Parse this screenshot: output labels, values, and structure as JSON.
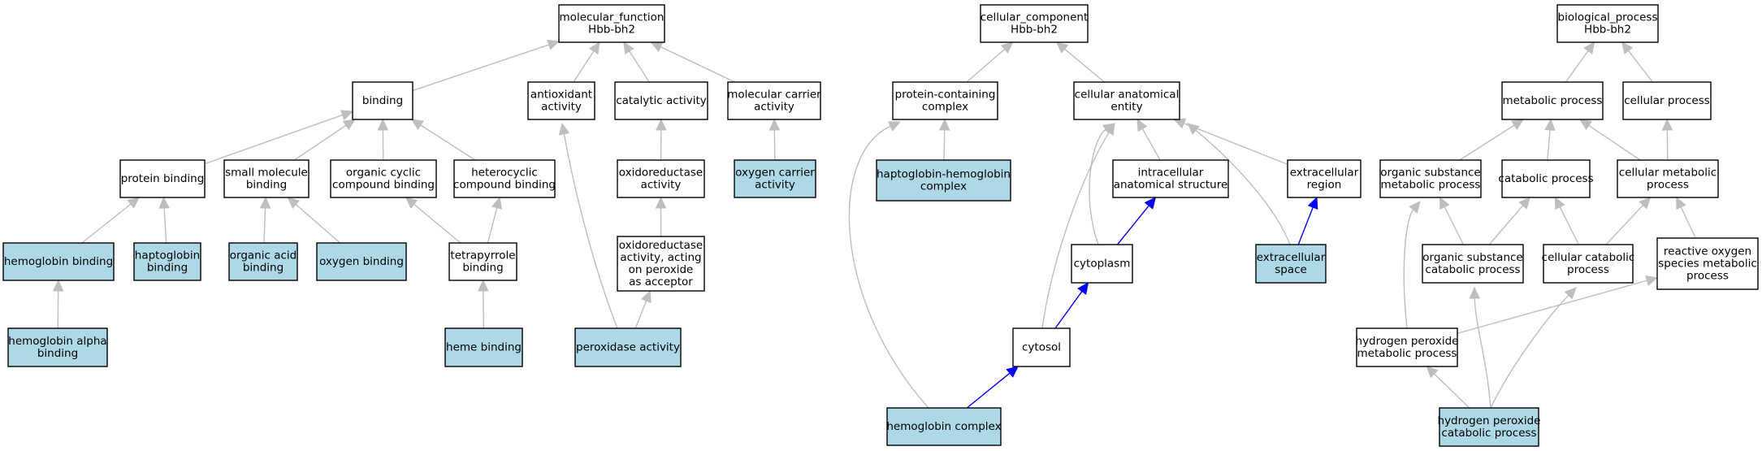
{
  "colors": {
    "highlight_fill": "#add8e6",
    "plain_fill": "#ffffff",
    "grey_edge": "#bebebe",
    "blue_edge": "#0000ff"
  },
  "nodes": [
    {
      "id": "mf",
      "lines": [
        "molecular_function",
        "Hbb-bh2"
      ],
      "highlight": false
    },
    {
      "id": "binding",
      "lines": [
        "binding"
      ],
      "highlight": false
    },
    {
      "id": "antiox",
      "lines": [
        "antioxidant",
        "activity"
      ],
      "highlight": false
    },
    {
      "id": "catalytic",
      "lines": [
        "catalytic activity"
      ],
      "highlight": false
    },
    {
      "id": "molcarrier",
      "lines": [
        "molecular carrier",
        "activity"
      ],
      "highlight": false
    },
    {
      "id": "protbind",
      "lines": [
        "protein binding"
      ],
      "highlight": false
    },
    {
      "id": "smallmol",
      "lines": [
        "small molecule",
        "binding"
      ],
      "highlight": false
    },
    {
      "id": "orgcyc",
      "lines": [
        "organic cyclic",
        "compound binding"
      ],
      "highlight": false
    },
    {
      "id": "hetcyc",
      "lines": [
        "heterocyclic",
        "compound binding"
      ],
      "highlight": false
    },
    {
      "id": "oxred",
      "lines": [
        "oxidoreductase",
        "activity"
      ],
      "highlight": false
    },
    {
      "id": "o2carrier",
      "lines": [
        "oxygen carrier",
        "activity"
      ],
      "highlight": true
    },
    {
      "id": "hbbind",
      "lines": [
        "hemoglobin binding"
      ],
      "highlight": true
    },
    {
      "id": "hpbind",
      "lines": [
        "haptoglobin",
        "binding"
      ],
      "highlight": true
    },
    {
      "id": "aabind",
      "lines": [
        "organic acid",
        "binding"
      ],
      "highlight": true
    },
    {
      "id": "o2bind",
      "lines": [
        "oxygen binding"
      ],
      "highlight": true
    },
    {
      "id": "tetrapyr",
      "lines": [
        "tetrapyrrole",
        "binding"
      ],
      "highlight": false
    },
    {
      "id": "oxredperox",
      "lines": [
        "oxidoreductase",
        "activity, acting",
        "on peroxide",
        "as acceptor"
      ],
      "highlight": false
    },
    {
      "id": "hbalpha",
      "lines": [
        "hemoglobin alpha",
        "binding"
      ],
      "highlight": true
    },
    {
      "id": "hemebind",
      "lines": [
        "heme binding"
      ],
      "highlight": true
    },
    {
      "id": "peroxidase",
      "lines": [
        "peroxidase activity"
      ],
      "highlight": true
    },
    {
      "id": "cc",
      "lines": [
        "cellular_component",
        "Hbb-bh2"
      ],
      "highlight": false
    },
    {
      "id": "protcomplex",
      "lines": [
        "protein-containing",
        "complex"
      ],
      "highlight": false
    },
    {
      "id": "cellanat",
      "lines": [
        "cellular anatomical",
        "entity"
      ],
      "highlight": false
    },
    {
      "id": "hphbcomplex",
      "lines": [
        "haptoglobin-hemoglobin",
        "complex"
      ],
      "highlight": true
    },
    {
      "id": "intracell",
      "lines": [
        "intracellular",
        "anatomical structure"
      ],
      "highlight": false
    },
    {
      "id": "extreg",
      "lines": [
        "extracellular",
        "region"
      ],
      "highlight": false
    },
    {
      "id": "cytoplasm",
      "lines": [
        "cytoplasm"
      ],
      "highlight": false
    },
    {
      "id": "extspace",
      "lines": [
        "extracellular",
        "space"
      ],
      "highlight": true
    },
    {
      "id": "cytosol",
      "lines": [
        "cytosol"
      ],
      "highlight": false
    },
    {
      "id": "hbcomplex",
      "lines": [
        "hemoglobin complex"
      ],
      "highlight": true
    },
    {
      "id": "bp",
      "lines": [
        "biological_process",
        "Hbb-bh2"
      ],
      "highlight": false
    },
    {
      "id": "metab",
      "lines": [
        "metabolic process"
      ],
      "highlight": false
    },
    {
      "id": "cellproc",
      "lines": [
        "cellular process"
      ],
      "highlight": false
    },
    {
      "id": "orgsubmet",
      "lines": [
        "organic substance",
        "metabolic process"
      ],
      "highlight": false
    },
    {
      "id": "catab",
      "lines": [
        "catabolic process"
      ],
      "highlight": false
    },
    {
      "id": "cellmet",
      "lines": [
        "cellular metabolic",
        "process"
      ],
      "highlight": false
    },
    {
      "id": "orgsubcat",
      "lines": [
        "organic substance",
        "catabolic process"
      ],
      "highlight": false
    },
    {
      "id": "cellcat",
      "lines": [
        "cellular catabolic",
        "process"
      ],
      "highlight": false
    },
    {
      "id": "ros",
      "lines": [
        "reactive oxygen",
        "species metabolic",
        "process"
      ],
      "highlight": false
    },
    {
      "id": "h2o2met",
      "lines": [
        "hydrogen peroxide",
        "metabolic process"
      ],
      "highlight": false
    },
    {
      "id": "h2o2cat",
      "lines": [
        "hydrogen peroxide",
        "catabolic process"
      ],
      "highlight": true
    }
  ],
  "edges": [
    {
      "from": "binding",
      "to": "mf",
      "type": "is_a"
    },
    {
      "from": "antiox",
      "to": "mf",
      "type": "is_a"
    },
    {
      "from": "catalytic",
      "to": "mf",
      "type": "is_a"
    },
    {
      "from": "molcarrier",
      "to": "mf",
      "type": "is_a"
    },
    {
      "from": "protbind",
      "to": "binding",
      "type": "is_a"
    },
    {
      "from": "smallmol",
      "to": "binding",
      "type": "is_a"
    },
    {
      "from": "orgcyc",
      "to": "binding",
      "type": "is_a"
    },
    {
      "from": "hetcyc",
      "to": "binding",
      "type": "is_a"
    },
    {
      "from": "oxred",
      "to": "catalytic",
      "type": "is_a"
    },
    {
      "from": "o2carrier",
      "to": "molcarrier",
      "type": "is_a"
    },
    {
      "from": "hbbind",
      "to": "protbind",
      "type": "is_a"
    },
    {
      "from": "hpbind",
      "to": "protbind",
      "type": "is_a"
    },
    {
      "from": "aabind",
      "to": "smallmol",
      "type": "is_a"
    },
    {
      "from": "o2bind",
      "to": "smallmol",
      "type": "is_a"
    },
    {
      "from": "tetrapyr",
      "to": "orgcyc",
      "type": "is_a"
    },
    {
      "from": "tetrapyr",
      "to": "hetcyc",
      "type": "is_a"
    },
    {
      "from": "oxredperox",
      "to": "oxred",
      "type": "is_a"
    },
    {
      "from": "hbalpha",
      "to": "hbbind",
      "type": "is_a"
    },
    {
      "from": "hemebind",
      "to": "tetrapyr",
      "type": "is_a"
    },
    {
      "from": "peroxidase",
      "to": "oxredperox",
      "type": "is_a"
    },
    {
      "from": "peroxidase",
      "to": "antiox",
      "type": "is_a"
    },
    {
      "from": "protcomplex",
      "to": "cc",
      "type": "is_a"
    },
    {
      "from": "cellanat",
      "to": "cc",
      "type": "is_a"
    },
    {
      "from": "hphbcomplex",
      "to": "protcomplex",
      "type": "is_a"
    },
    {
      "from": "intracell",
      "to": "cellanat",
      "type": "is_a"
    },
    {
      "from": "extreg",
      "to": "cellanat",
      "type": "is_a"
    },
    {
      "from": "cytoplasm",
      "to": "cellanat",
      "type": "is_a"
    },
    {
      "from": "cytoplasm",
      "to": "intracell",
      "type": "part_of"
    },
    {
      "from": "extspace",
      "to": "cellanat",
      "type": "is_a"
    },
    {
      "from": "extspace",
      "to": "extreg",
      "type": "part_of"
    },
    {
      "from": "cytosol",
      "to": "cellanat",
      "type": "is_a"
    },
    {
      "from": "cytosol",
      "to": "cytoplasm",
      "type": "part_of"
    },
    {
      "from": "hbcomplex",
      "to": "protcomplex",
      "type": "is_a"
    },
    {
      "from": "hbcomplex",
      "to": "cytosol",
      "type": "part_of"
    },
    {
      "from": "metab",
      "to": "bp",
      "type": "is_a"
    },
    {
      "from": "cellproc",
      "to": "bp",
      "type": "is_a"
    },
    {
      "from": "orgsubmet",
      "to": "metab",
      "type": "is_a"
    },
    {
      "from": "catab",
      "to": "metab",
      "type": "is_a"
    },
    {
      "from": "cellmet",
      "to": "metab",
      "type": "is_a"
    },
    {
      "from": "cellmet",
      "to": "cellproc",
      "type": "is_a"
    },
    {
      "from": "orgsubcat",
      "to": "orgsubmet",
      "type": "is_a"
    },
    {
      "from": "orgsubcat",
      "to": "catab",
      "type": "is_a"
    },
    {
      "from": "cellcat",
      "to": "catab",
      "type": "is_a"
    },
    {
      "from": "cellcat",
      "to": "cellmet",
      "type": "is_a"
    },
    {
      "from": "ros",
      "to": "cellmet",
      "type": "is_a"
    },
    {
      "from": "h2o2met",
      "to": "orgsubmet",
      "type": "is_a"
    },
    {
      "from": "h2o2met",
      "to": "ros",
      "type": "is_a"
    },
    {
      "from": "h2o2cat",
      "to": "h2o2met",
      "type": "is_a"
    },
    {
      "from": "h2o2cat",
      "to": "orgsubcat",
      "type": "is_a"
    },
    {
      "from": "h2o2cat",
      "to": "cellcat",
      "type": "is_a"
    }
  ]
}
